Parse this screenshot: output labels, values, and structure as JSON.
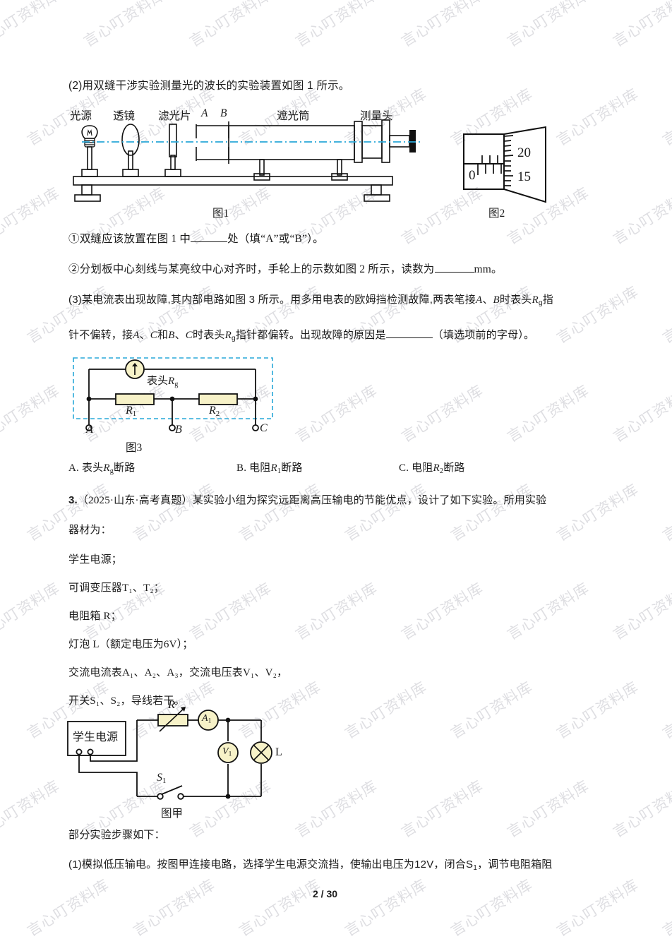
{
  "page": {
    "number_label": "2 / 30",
    "watermark_text": "言心叮资料库"
  },
  "question2": {
    "stem": "(2)用双缝干涉实验测量光的波长的实验装置如图 1 所示。",
    "apparatus_labels": {
      "light_source": "光源",
      "lens": "透镜",
      "filter": "滤光片",
      "slit_a": "A",
      "slit_b": "B",
      "light_tube": "遮光筒",
      "measuring_head": "测量头"
    },
    "figure1_caption": "图1",
    "figure2_caption": "图2",
    "micrometer": {
      "drum_tick_upper": "20",
      "drum_tick_lower": "15",
      "barrel_zero": "0"
    },
    "sub1_pre": "①双缝应该放置在图 1 中",
    "sub1_post": "处（填“A”或“B”）。",
    "sub2_pre": "②分划板中心刻线与某亮纹中心对齐时，手轮上的示数如图 2 所示，读数为",
    "sub2_post": "mm。"
  },
  "question3_part": {
    "line1_a": "(3)某电流表出现故障,其内部电路如图 3 所示。用多用电表的欧姆挡检测故障,两表笔接",
    "line1_b": "A",
    "line1_c": "、",
    "line1_d": "B",
    "line1_e": "时表头",
    "line1_f": "R",
    "line1_g": "g",
    "line1_h": "指",
    "line2_a": "针不偏转，接",
    "line2_b": "A",
    "line2_c": "、",
    "line2_d": "C",
    "line2_e": "和",
    "line2_f": "B",
    "line2_g": "、",
    "line2_h": "C",
    "line2_i": "时表头",
    "line2_j": "R",
    "line2_k": "g",
    "line2_l": "指针都偏转。出现故障的原因是",
    "line2_m": "（填选项前的字母）。",
    "figure3": {
      "caption": "图3",
      "meter_label_prefix": "表头",
      "meter_label_symbol": "R",
      "meter_label_sub": "g",
      "r1_symbol": "R",
      "r1_sub": "1",
      "r2_symbol": "R",
      "r2_sub": "2",
      "terminal_a": "A",
      "terminal_b": "B",
      "terminal_c": "C",
      "dash_color": "#29a8d8",
      "resistor_fill": "#f7f2c8"
    },
    "options": [
      {
        "letter": "A.",
        "text_prefix": "表头",
        "symbol": "R",
        "sub": "g",
        "text_suffix": "断路"
      },
      {
        "letter": "B.",
        "text_prefix": "电阻",
        "symbol": "R",
        "sub": "1",
        "text_suffix": "断路"
      },
      {
        "letter": "C.",
        "text_prefix": "电阻",
        "symbol": "R",
        "sub": "2",
        "text_suffix": "断路"
      }
    ]
  },
  "question3": {
    "number": "3.",
    "source": "（2025·山东·高考真题）",
    "stem_line1": "某实验小组为探究远距离高压输电的节能优点，设计了如下实验。所用实验",
    "stem_line2": "器材为：",
    "equipment": [
      "学生电源；",
      "可调变压器T₁、T₂；",
      "电阻箱 R；",
      "灯泡 L（额定电压为6V）；",
      "交流电流表A₁、A₂、A₃，交流电压表V₁、V₂，",
      "开关S₁、S₂，导线若干。"
    ],
    "figure_jia": {
      "caption": "图甲",
      "power_supply": "学生电源",
      "resistor_label": "R",
      "ammeter_label": "A",
      "ammeter_sub": "1",
      "voltmeter_label": "V",
      "voltmeter_sub": "1",
      "lamp_label": "L",
      "switch_label": "S",
      "switch_sub": "1",
      "component_fill": "#f7f2c8"
    },
    "steps_header": "部分实验步骤如下：",
    "step1_a": "(1)模拟低压输电。按图甲连接电路，选择学生电源交流挡，使输出电压为12V，闭合S",
    "step1_sub": "1",
    "step1_b": "，调节电阻箱阻"
  }
}
